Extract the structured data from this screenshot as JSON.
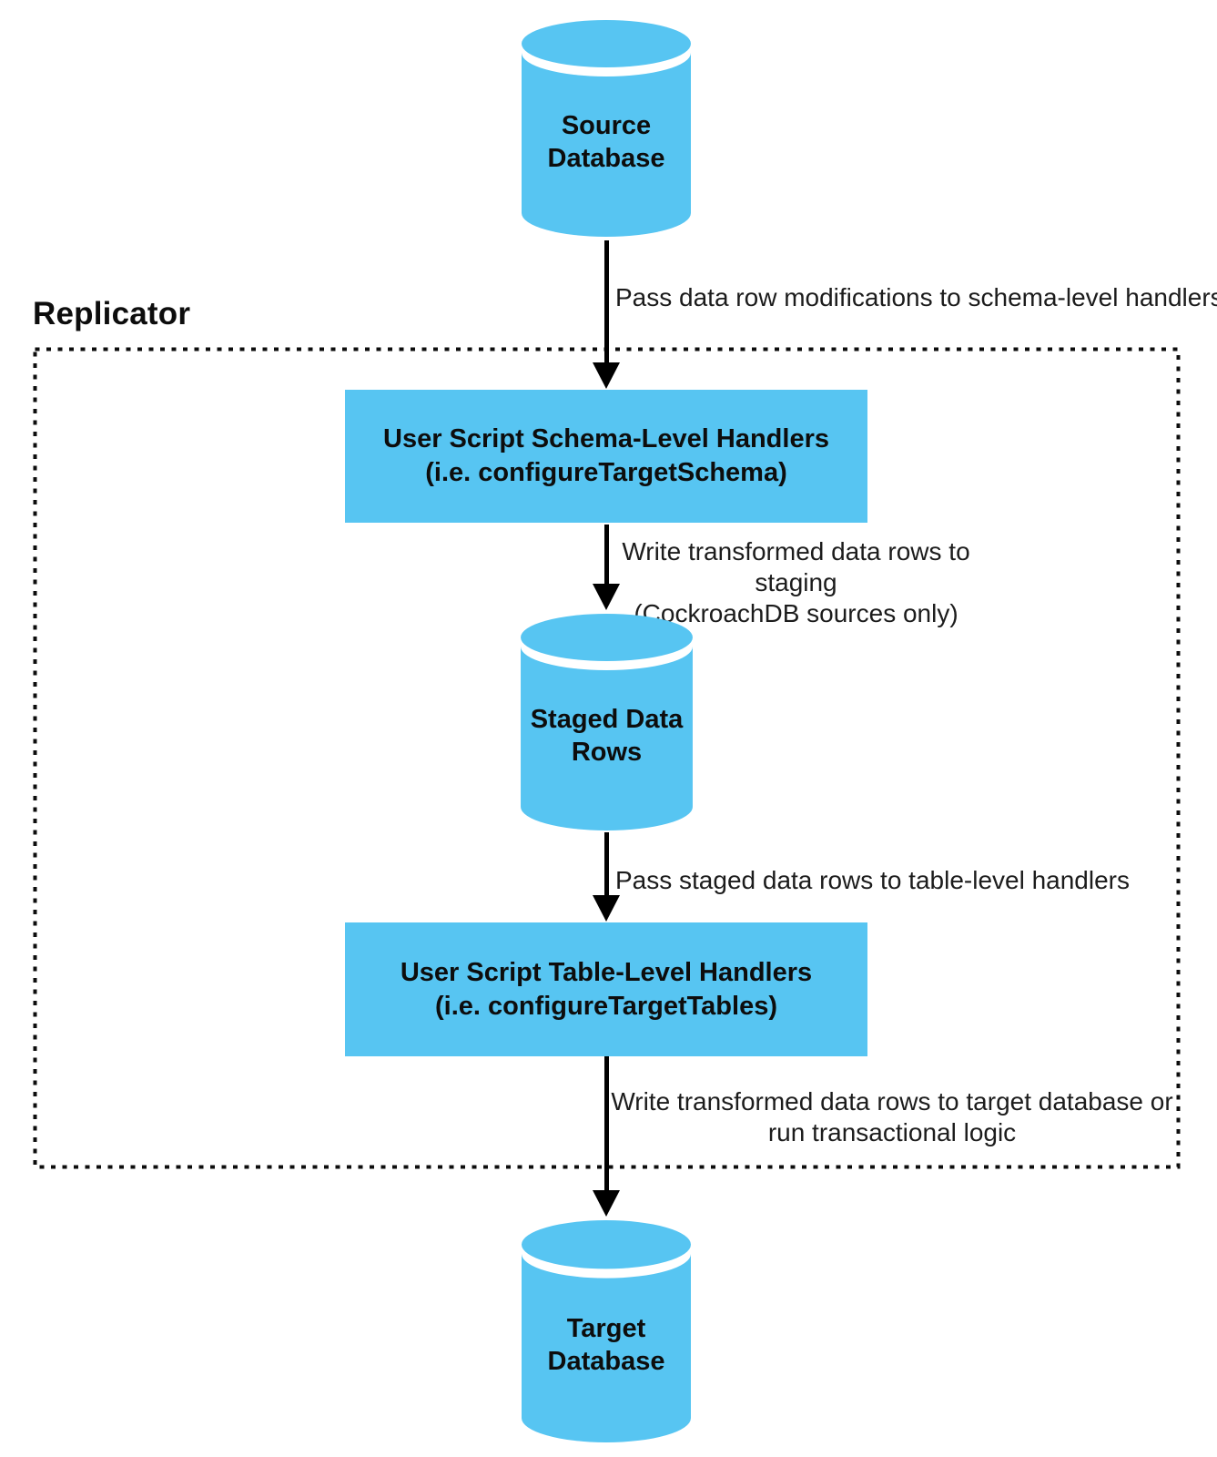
{
  "colors": {
    "node_fill": "#57C5F2",
    "arrow": "#000000",
    "text": "#0d0d0d"
  },
  "replicator": {
    "label": "Replicator"
  },
  "nodes": {
    "source_db": {
      "type": "cylinder",
      "lines": [
        "Source",
        "Database"
      ]
    },
    "schema_handlers": {
      "type": "process",
      "lines": [
        "User Script Schema-Level Handlers",
        "(i.e. configureTargetSchema)"
      ]
    },
    "staged_rows": {
      "type": "cylinder",
      "lines": [
        "Staged Data",
        "Rows"
      ]
    },
    "table_handlers": {
      "type": "process",
      "lines": [
        "User Script Table-Level Handlers",
        "(i.e. configureTargetTables)"
      ]
    },
    "target_db": {
      "type": "cylinder",
      "lines": [
        "Target",
        "Database"
      ]
    }
  },
  "edges": {
    "source_to_schema": {
      "lines": [
        "Pass data row modifications to schema-level handlers"
      ]
    },
    "schema_to_staged": {
      "lines": [
        "Write transformed data rows to staging",
        "(CockroachDB sources only)"
      ]
    },
    "staged_to_table": {
      "lines": [
        "Pass staged data rows to table-level handlers"
      ]
    },
    "table_to_target": {
      "lines": [
        "Write transformed data rows to target database or",
        "run transactional logic"
      ]
    }
  }
}
